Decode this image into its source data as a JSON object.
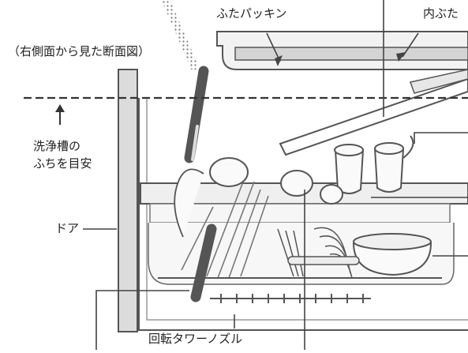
{
  "labels": {
    "lid_gasket": "ふたパッキン",
    "inner_lid": "内ぶた",
    "view_note": "（右側面から見た断面図）",
    "tub_rim_line1": "洗浄槽の",
    "tub_rim_line2": "ふちを目安",
    "door": "ドア",
    "rotating_nozzle": "回転タワーノズル"
  }
}
